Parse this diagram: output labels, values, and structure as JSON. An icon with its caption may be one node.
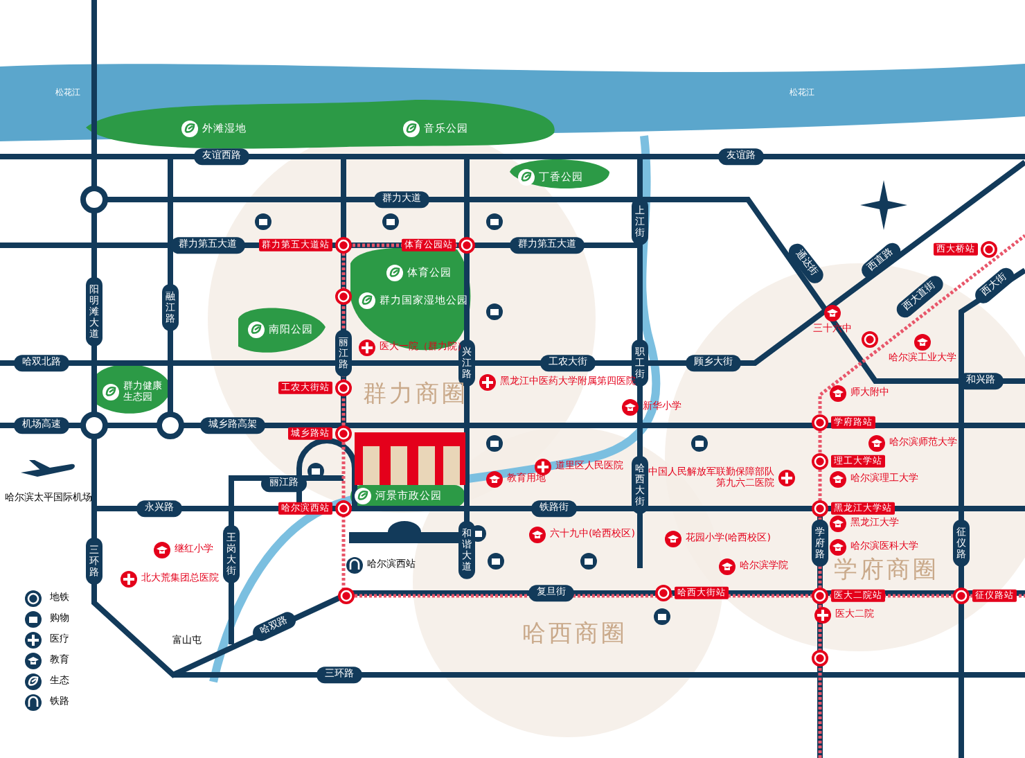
{
  "diagram": {
    "labels": [
      "松花江",
      "松花江",
      "友谊西路",
      "友谊路",
      "群力大道",
      "群力第五大道",
      "群力第五大道",
      "阳明滩大道",
      "融江路",
      "丽江路",
      "兴江路",
      "上江街",
      "职工街",
      "哈双北路",
      "工农大街",
      "顾乡大街",
      "机场高速",
      "城乡路高架",
      "通达街",
      "西直路",
      "西大直街",
      "西大街",
      "和兴路",
      "丽江路",
      "永兴路",
      "铁路街",
      "哈西大街",
      "三环路",
      "王岗大街",
      "和谐大道",
      "复旦街",
      "学府路",
      "征仪路",
      "哈双路",
      "三环路",
      "外滩湿地",
      "音乐公园",
      "丁香公园",
      "体育公园",
      "群力国家湿地公园",
      "南阳公园",
      "群力健康生态园",
      "河景市政公园",
      "医大一院（群力院）",
      "黑龙江中医药大学附属第四医院",
      "道里区人民医院",
      "中国人民解放军联勤保障部队第九六二医院",
      "北大荒集团总医院",
      "医大二院",
      "继红小学",
      "新华小学",
      "教育用地",
      "六十九中(哈西校区)",
      "花园小学(哈西校区)",
      "哈尔滨学院",
      "三十六中",
      "哈尔滨工业大学",
      "师大附中",
      "哈尔滨师范大学",
      "哈尔滨理工大学",
      "黑龙江大学",
      "哈尔滨医科大学",
      "哈尔滨西站",
      "哈尔滨太平国际机场",
      "富山屯",
      "群力商圈",
      "哈西商圈",
      "学府商圈",
      "群力第五大道站",
      "体育公园站",
      "工农大街站",
      "城乡路站",
      "哈尔滨西站",
      "哈西大街站",
      "学府路站",
      "理工大学站",
      "黑龙江大学站",
      "医大二院站",
      "征仪路站",
      "西大桥站"
    ],
    "legend": [
      {
        "text": "地铁"
      },
      {
        "text": "购物"
      },
      {
        "text": "医疗"
      },
      {
        "text": "教育"
      },
      {
        "text": "生态"
      },
      {
        "text": "铁路"
      }
    ]
  }
}
